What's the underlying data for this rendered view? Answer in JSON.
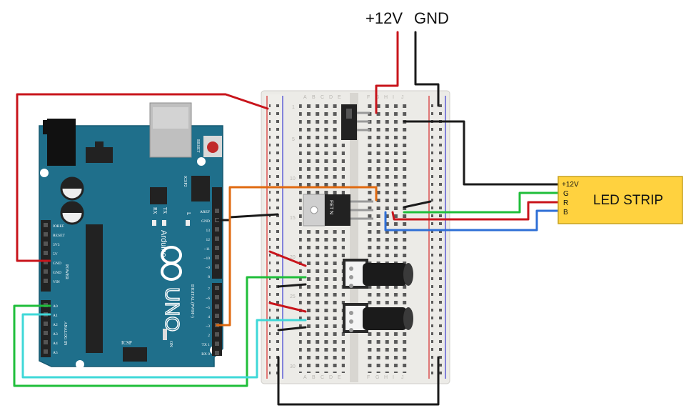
{
  "supply": {
    "v12": "+12V",
    "gnd": "GND"
  },
  "led_strip": {
    "title": "LED STRIP",
    "pins": [
      "+12V",
      "G",
      "R",
      "B"
    ]
  },
  "arduino": {
    "model": "UNO",
    "brand": "Arduino",
    "reset": "RESET",
    "icsp2": "ICSP2",
    "icsp": "ICSP",
    "aref": "AREF",
    "gnd": "GND",
    "tx": "TX",
    "rx": "RX",
    "l": "L",
    "on": "ON",
    "power": "POWER",
    "analog_in": "ANALOG IN",
    "digital": "DIGITAL (PWM~)",
    "power_pins": [
      "IOREF",
      "RESET",
      "3V3",
      "5V",
      "GND",
      "GND",
      "VIN"
    ],
    "analog_pins": [
      "A0",
      "A1",
      "A2",
      "A3",
      "A4",
      "A5"
    ],
    "digital_top": [
      "13",
      "12",
      "~11",
      "~10",
      "~9",
      "8"
    ],
    "digital_bottom": [
      "7",
      "~6",
      "~5",
      "4",
      "~3",
      "2",
      "TX 1",
      "RX 0"
    ]
  },
  "breadboard": {
    "cols_left": [
      "A",
      "B",
      "C",
      "D",
      "E"
    ],
    "cols_right": [
      "F",
      "G",
      "H",
      "I",
      "J"
    ],
    "row_labels": [
      "1",
      "5",
      "10",
      "15",
      "20",
      "25",
      "30"
    ]
  },
  "mosfet": {
    "label": "FET N"
  },
  "colors": {
    "red": "#c8141b",
    "black": "#1a1a1a",
    "green": "#1fbe3a",
    "blue": "#2f6fd6",
    "cyan": "#3fd8d8",
    "orange": "#e06a10",
    "board": "#1f6f8b",
    "led": "#ffd23f"
  }
}
